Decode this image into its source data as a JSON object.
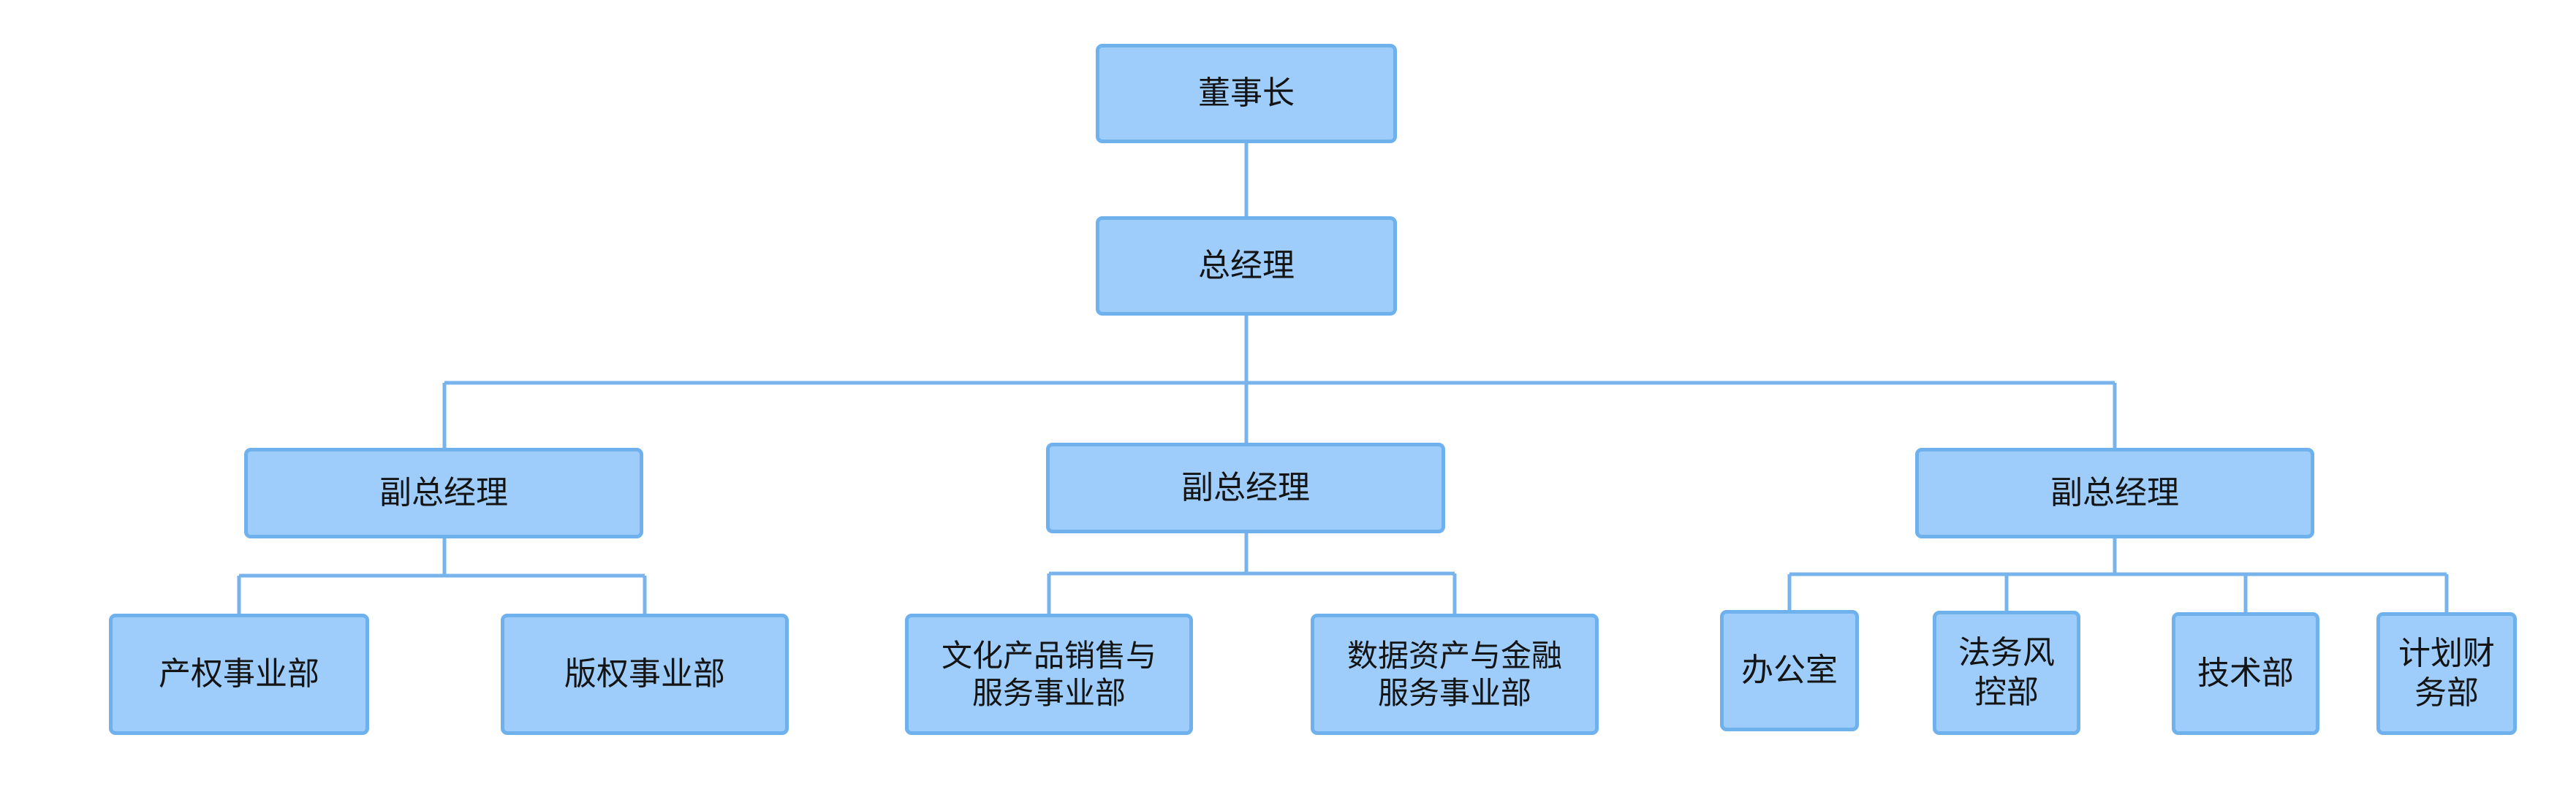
{
  "colors": {
    "node_fill": "#9ecdfb",
    "node_border": "#6eb1ec",
    "connector": "#78b4eb",
    "text": "#141414",
    "background": "#ffffff"
  },
  "org_chart": {
    "chairman": "董事长",
    "general_manager": "总经理",
    "deputy_managers": [
      {
        "label": "副总经理",
        "departments": [
          "产权事业部",
          "版权事业部"
        ]
      },
      {
        "label": "副总经理",
        "departments": [
          "文化产品销售与\n服务事业部",
          "数据资产与金融\n服务事业部"
        ]
      },
      {
        "label": "副总经理",
        "departments": [
          "办公室",
          "法务风\n控部",
          "技术部",
          "计划财\n务部"
        ]
      }
    ]
  }
}
